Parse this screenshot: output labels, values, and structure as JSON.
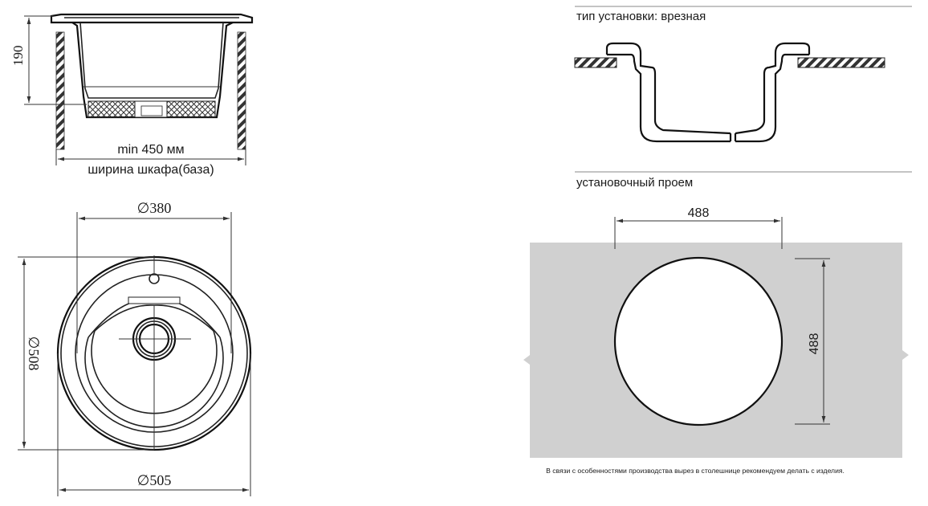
{
  "side_view": {
    "height_label": "190",
    "min_width_label": "min 450 мм",
    "cabinet_label": "ширина шкафа(база)"
  },
  "top_view": {
    "bowl_diameter_label": "∅380",
    "height_diameter_label": "∅508",
    "outer_diameter_label": "∅505"
  },
  "install_type": {
    "title": "тип установки: врезная"
  },
  "cutout": {
    "title": "установочный проем",
    "width_label": "488",
    "height_label": "488",
    "note": "В связи с особенностями производства вырез в столешнице рекомендуем делать с изделия."
  },
  "colors": {
    "countertop_fill": "#d0d0d0",
    "line": "#222222"
  }
}
